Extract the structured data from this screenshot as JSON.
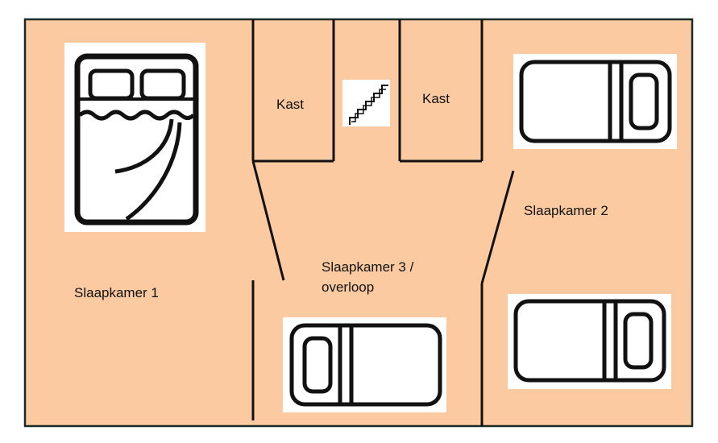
{
  "colors": {
    "floor": "#fbcaa0",
    "wall": "#1b2b28",
    "ink": "#111111",
    "icon_bg": "#ffffff"
  },
  "rooms": {
    "bedroom1": {
      "label": "Slaapkamer 1",
      "icon": "double-bed-icon"
    },
    "bedroom2": {
      "label": "Slaapkamer 2",
      "icons": [
        "single-bed-icon",
        "single-bed-icon"
      ]
    },
    "bedroom3": {
      "line1": "Slaapkamer 3 /",
      "line2": "overloop",
      "icon": "single-bed-icon"
    },
    "closet_left": {
      "label": "Kast"
    },
    "closet_right": {
      "label": "Kast"
    },
    "stairs": {
      "icon": "stairs-icon"
    }
  }
}
